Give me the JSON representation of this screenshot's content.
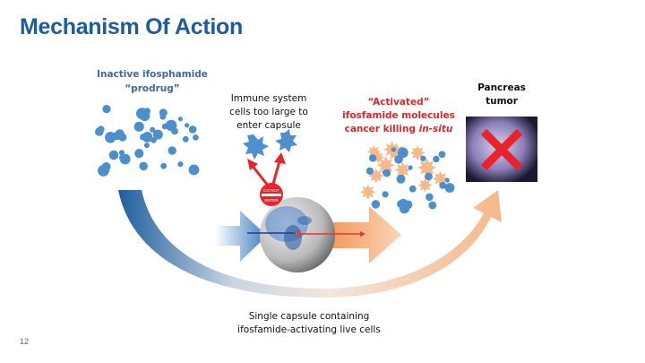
{
  "slide": {
    "title": "Mechanism Of Action",
    "page_number": "12"
  },
  "diagram": {
    "prodrug_label": [
      "Inactive ifosphamide",
      "“prodrug”"
    ],
    "immune_label": [
      "Immune system",
      "cells too large to",
      "enter capsule"
    ],
    "activated_label": [
      "“Activated”",
      "ifosfamide molecules",
      "cancer killing "
    ],
    "activated_label_italic": "in-situ",
    "tumor_label": [
      "Pancreas",
      "tumor"
    ],
    "capsule_label": [
      "Single capsule containing",
      "ifosfamide-activating live cells"
    ],
    "do_not_enter_sign": [
      "DO NOT",
      "ENTER"
    ],
    "colors": {
      "title": "#1f5c9e",
      "prodrug_text": "#3f6a9a",
      "activated_text": "#e0262b",
      "molecule_blue": "#4b8fcf",
      "activator_orange": "#f6b98a",
      "red_x": "#e8242a"
    }
  }
}
